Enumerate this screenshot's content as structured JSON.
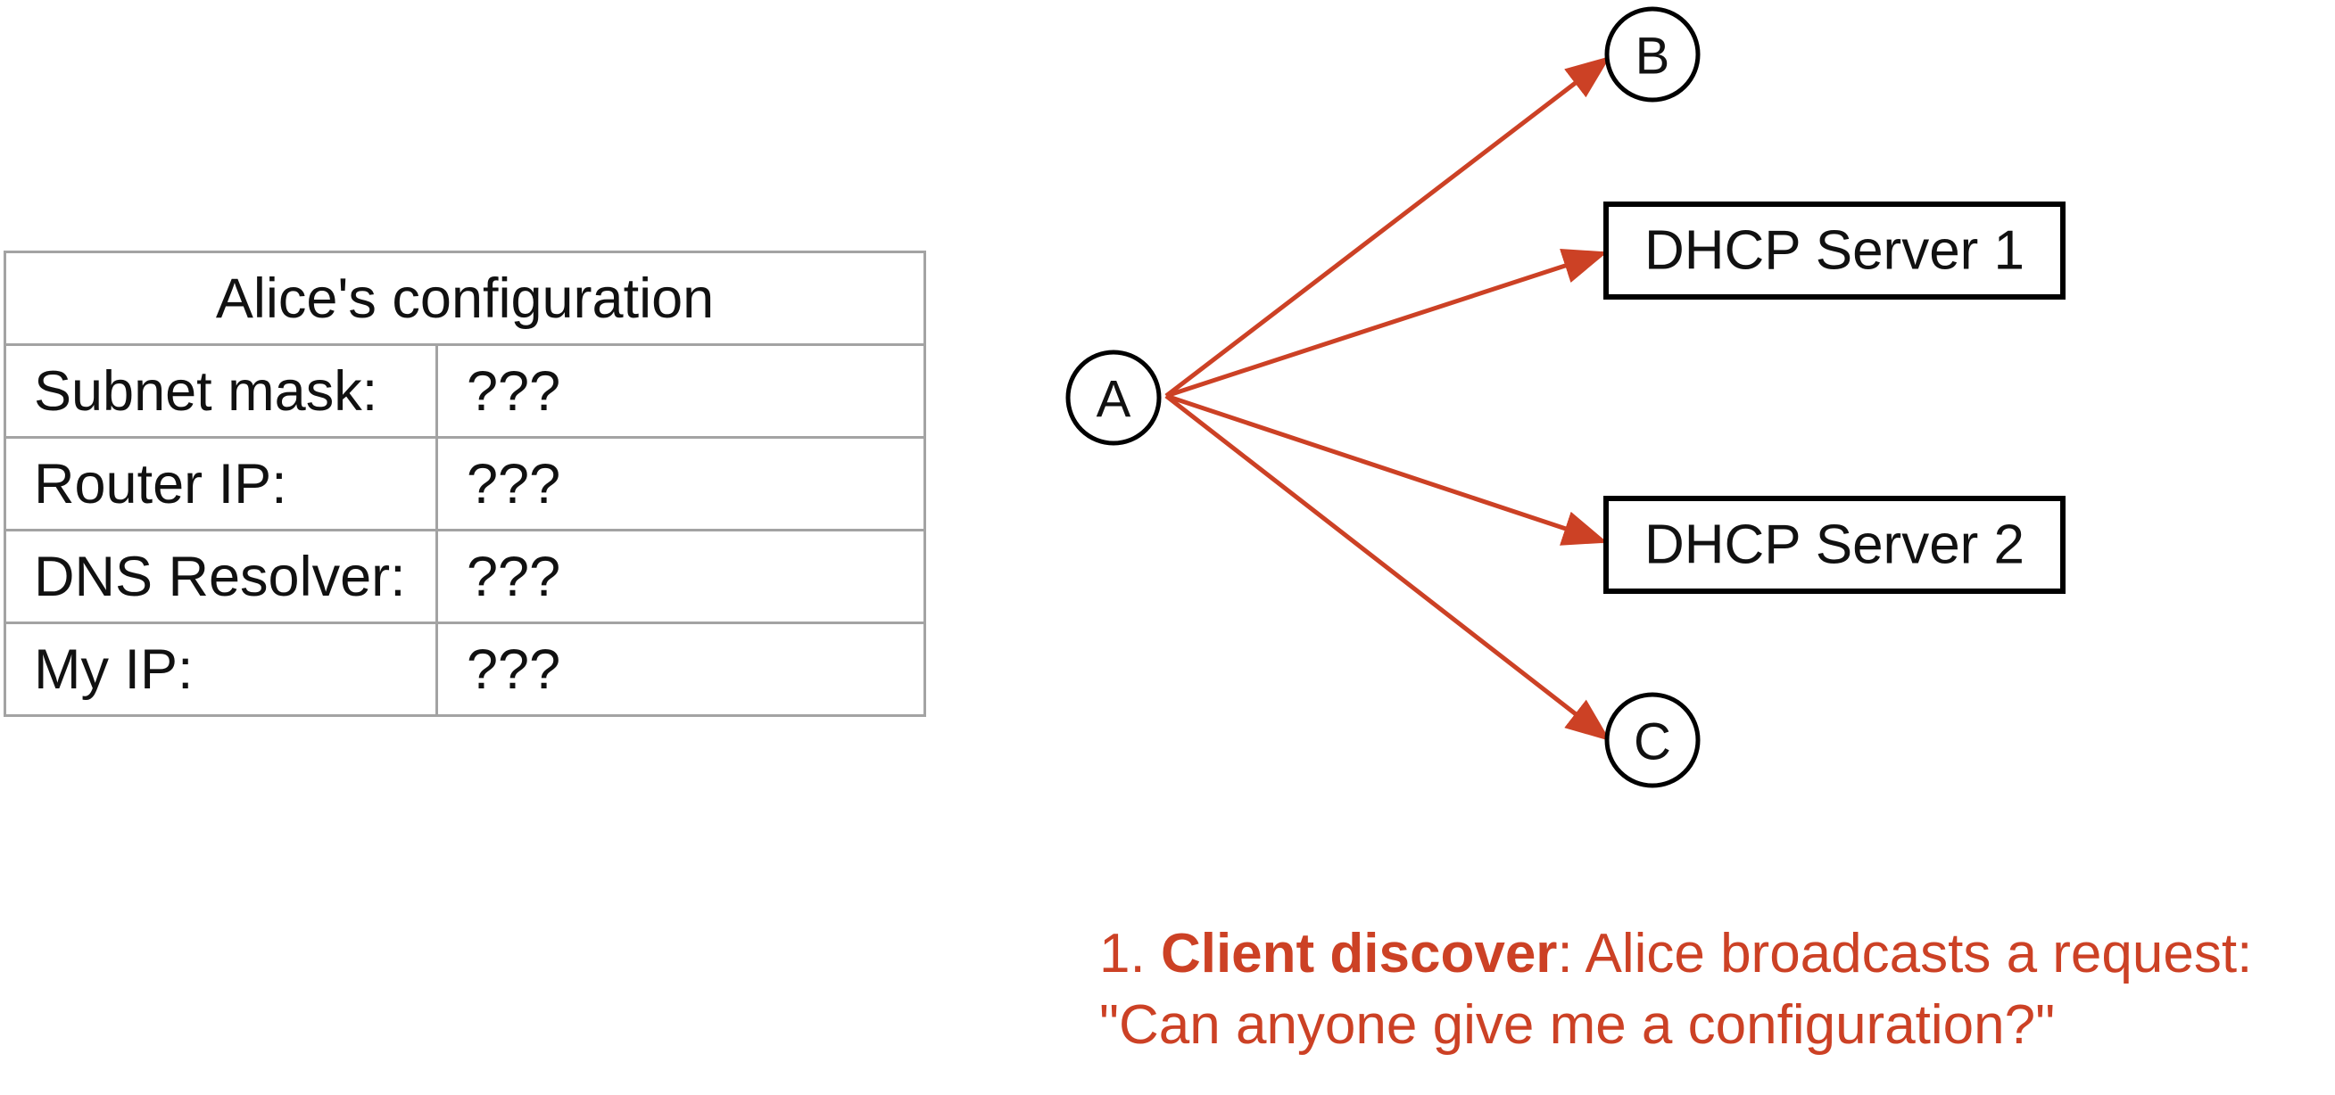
{
  "table": {
    "title": "Alice's configuration",
    "rows": [
      {
        "label": "Subnet mask:",
        "value": "???"
      },
      {
        "label": "Router IP:",
        "value": "???"
      },
      {
        "label": "DNS Resolver:",
        "value": "???"
      },
      {
        "label": "My IP:",
        "value": "???"
      }
    ]
  },
  "diagram": {
    "nodes": {
      "a": "A",
      "b": "B",
      "c": "C",
      "server1": "DHCP Server 1",
      "server2": "DHCP Server 2"
    },
    "arrow_color": "#cc4125"
  },
  "caption": {
    "number": "1.",
    "bold": "Client discover",
    "rest_line1": ": Alice broadcasts a request:",
    "line2": "\"Can anyone give me a configuration?\"",
    "color": "#cc4125"
  }
}
